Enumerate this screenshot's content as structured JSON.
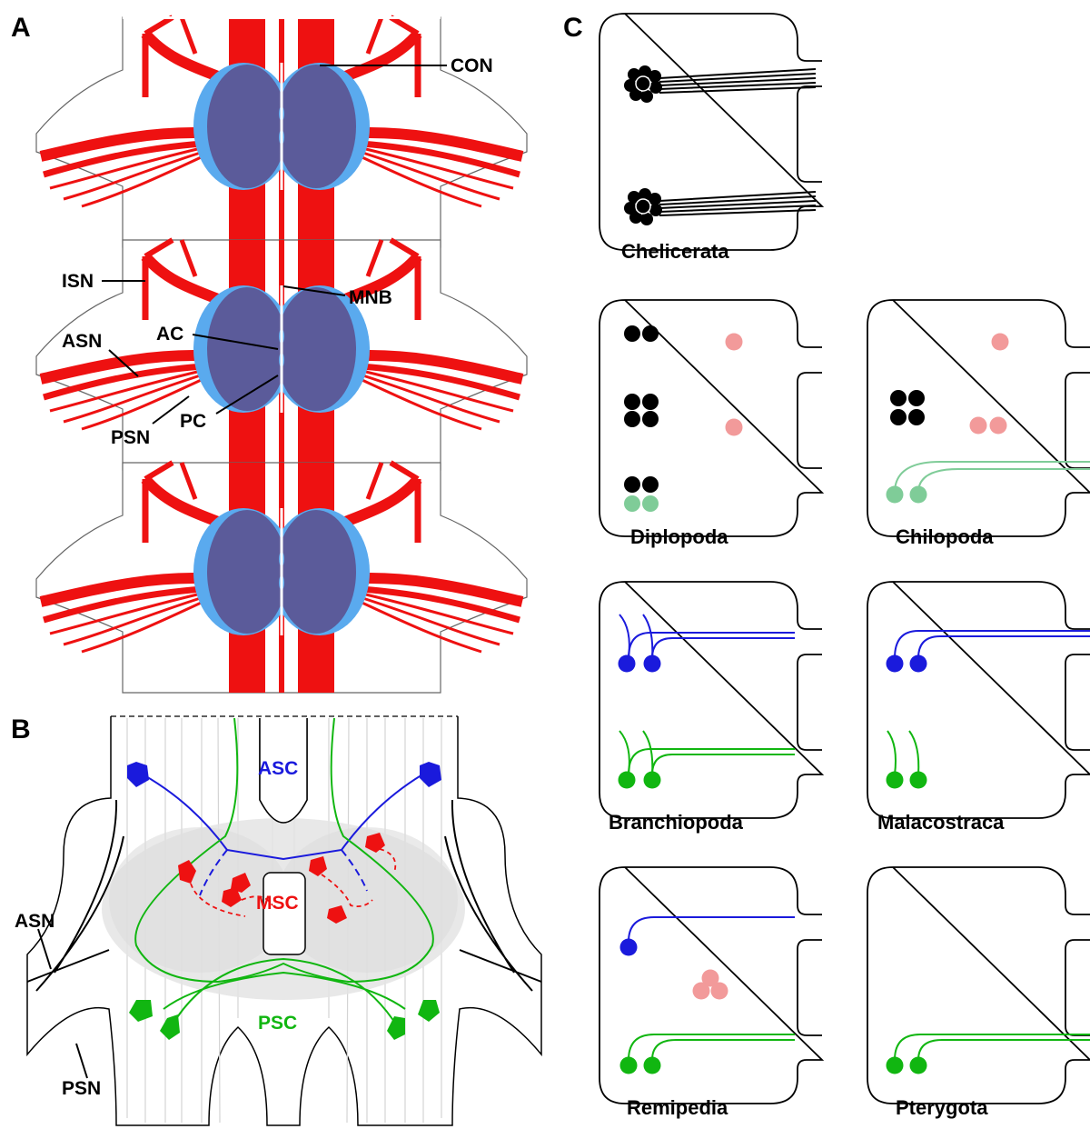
{
  "panels": {
    "a": "A",
    "b": "B",
    "c": "C"
  },
  "panel_a": {
    "labels": {
      "con": "CON",
      "isn": "ISN",
      "mnb": "MNB",
      "asn": "ASN",
      "ac": "AC",
      "pc": "PC",
      "psn": "PSN"
    },
    "colors": {
      "nerve": "#ee1111",
      "neuropil": "#5b5b9a",
      "sheath": "#5aaaee"
    }
  },
  "panel_b": {
    "labels": {
      "asc": "ASC",
      "msc": "MSC",
      "psc": "PSC",
      "asn": "ASN",
      "psn": "PSN"
    },
    "colors": {
      "asc": "#1a1adc",
      "msc": "#ee1111",
      "psc": "#11b611",
      "neuropil": "#cfcfcf"
    }
  },
  "panel_c": {
    "taxa": [
      "Chelicerata",
      "Diplopoda",
      "Chilopoda",
      "Branchiopoda",
      "Malacostraca",
      "Remipedia",
      "Pterygota"
    ],
    "colors": {
      "black": "#000000",
      "pink": "#f29a9a",
      "pale_green": "#7fcc98",
      "blue": "#1a1adc",
      "green": "#11b611"
    }
  }
}
